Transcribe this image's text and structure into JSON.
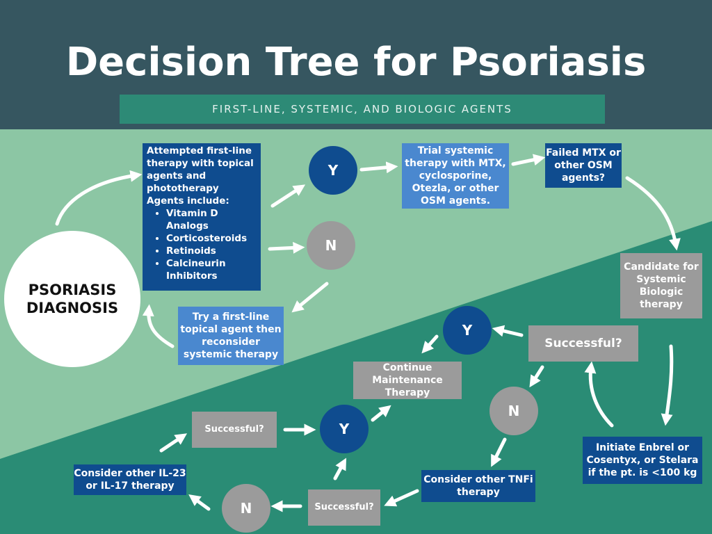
{
  "header": {
    "title": "Decision Tree for Psoriasis",
    "subtitle": "FIRST-LINE, SYSTEMIC, AND BIOLOGIC AGENTS"
  },
  "diagnosis": {
    "line1": "PSORIASIS",
    "line2": "DIAGNOSIS"
  },
  "first_line": {
    "text": "Attempted first-line therapy with topical agents and phototherapy",
    "agents_heading": "Agents include:",
    "agents": [
      "Vitamin D Analogs",
      "Corticosteroids",
      "Retinoids",
      "Calcineurin Inhibitors"
    ]
  },
  "labels": {
    "yes": "Y",
    "no": "N"
  },
  "boxes": {
    "trial_systemic": "Trial systemic therapy with MTX, cyclosporine, Otezla, or other OSM agents.",
    "failed_mtx": "Failed MTX or other OSM agents?",
    "try_first_line": "Try a first-line topical agent then reconsider systemic therapy",
    "candidate": "Candidate for Systemic Biologic therapy",
    "successful_1": "Successful?",
    "continue": "Continue Maintenance Therapy",
    "initiate": "Initiate Enbrel or Cosentyx, or Stelara if the pt. is <100 kg",
    "consider_tnfi": "Consider other TNFi therapy",
    "successful_2": "Successful?",
    "successful_3": "Successful?",
    "consider_il": "Consider other IL-23 or IL-17 therapy"
  },
  "colors": {
    "header": "#365660",
    "subtitle_bar": "#2d8a76",
    "light_green": "#8cc6a4",
    "dark_green": "#2a8c75",
    "navy": "#0f4c8f",
    "sky": "#4a88cf",
    "grey": "#9b9b9b"
  }
}
